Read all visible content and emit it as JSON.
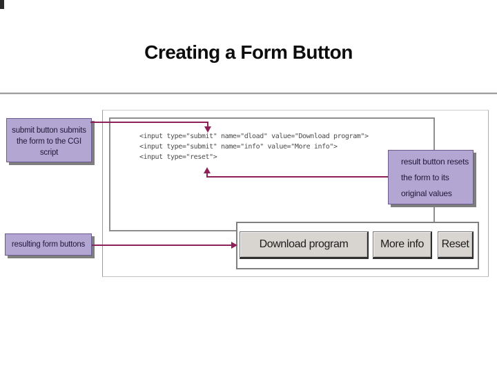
{
  "title": "Creating a Form Button",
  "callouts": {
    "submit": {
      "line1": "submit button submits",
      "line2": "the form to the CGI script"
    },
    "result": {
      "line1": "result button resets",
      "line2": "the form to its",
      "line3": "original values"
    },
    "resulting": {
      "label": "resulting form buttons"
    }
  },
  "code": {
    "line1": "<input type=\"submit\" name=\"dload\" value=\"Download program\">",
    "line2": "<input type=\"submit\" name=\"info\" value=\"More info\">",
    "line3": "<input type=\"reset\">"
  },
  "form_buttons": {
    "download": "Download program",
    "more_info": "More info",
    "reset": "Reset"
  },
  "colors": {
    "connector_maroon": "#8d2157",
    "callout_fill": "#b3a6d2",
    "callout_border": "#6a5a8f",
    "callout_shadow": "#7e7e7e",
    "button_face": "#d8d5d0",
    "code_text": "#4a4a4a"
  }
}
